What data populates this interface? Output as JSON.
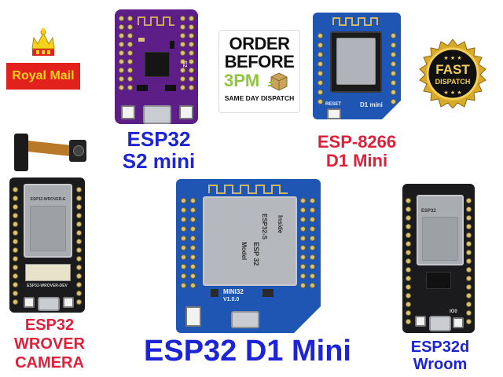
{
  "royal_mail": {
    "text": "Royal Mail",
    "red": "#e2201c",
    "gold": "#f5d21b"
  },
  "order_badge": {
    "line1": "ORDER",
    "line2": "BEFORE",
    "line3": "3PM",
    "line4": "SAME DAY DISPATCH",
    "green": "#8ec63f"
  },
  "fast_badge": {
    "line1": "FAST",
    "line2": "DISPATCH"
  },
  "products": [
    {
      "label_line1": "ESP32",
      "label_line2": "S2 mini",
      "color": "#1d24d6"
    },
    {
      "label_line1": "ESP-8266",
      "label_line2": "D1 Mini",
      "color": "#e0203a"
    },
    {
      "label_line1": "ESP32",
      "label_line2": "WROVER",
      "label_line3": "CAMERA",
      "color": "#e0203a"
    },
    {
      "label_line1": "ESP32 D1 Mini",
      "color": "#1d24d6"
    },
    {
      "label_line1": "ESP32d",
      "label_line2": "Wroom",
      "color": "#1d24d6"
    }
  ],
  "board_markings": {
    "s2_model": "S2",
    "d1_mini_8266": "D1 mini",
    "reset": "RESET",
    "wrover_top": "ESP32-WROVER-E",
    "wrover_bottom": "ESP32-WROVER-DEV",
    "esp32_module": "ESP32-S",
    "esp32_inside": "Inside",
    "model_prefix": "Model",
    "module_name": "ESP 32",
    "mini32": "MINI32",
    "mini32_ver": "V1.0.0",
    "esp32_wroom_mod": "ESP32",
    "io0": "IO0"
  }
}
